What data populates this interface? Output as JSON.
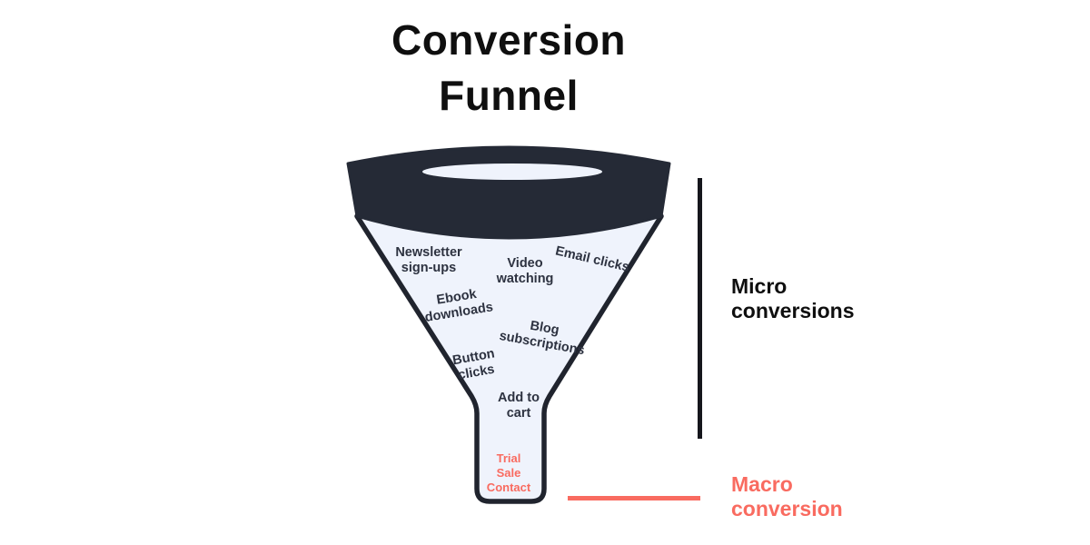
{
  "title": "Conversion\nFunnel",
  "funnel": {
    "stages": [
      {
        "text": "Newsletter\nsign-ups"
      },
      {
        "text": "Video\nwatching"
      },
      {
        "text": "Email clicks"
      },
      {
        "text": "Ebook\ndownloads"
      },
      {
        "text": "Blog\nsubscriptions"
      },
      {
        "text": "Button\nclicks"
      },
      {
        "text": "Add to\ncart"
      }
    ],
    "neck_label": "Trial\nSale\nContact"
  },
  "annotations": {
    "micro_label": "Micro\nconversions",
    "macro_label": "Macro\nconversion"
  },
  "colors": {
    "funnel_dark": "#252a36",
    "funnel_outline": "#20242e",
    "funnel_fill": "#eff3fc",
    "coral": "#f96b60",
    "stage_text": "#2d3240",
    "title_black": "#0f0f0f"
  }
}
